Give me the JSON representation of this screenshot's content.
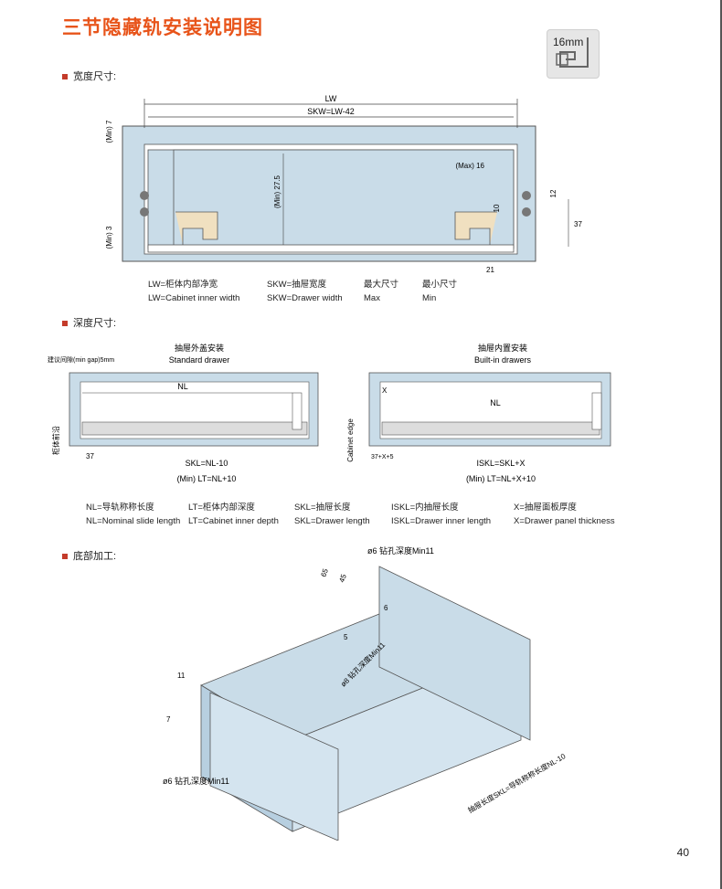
{
  "title": "三节隐藏轨安装说明图",
  "badge": "16mm",
  "sections": {
    "width": "宽度尺寸:",
    "depth": "深度尺寸:",
    "bottom": "底部加工:"
  },
  "width_diagram": {
    "lw": "LW",
    "skw": "SKW=LW-42",
    "min7": "(Min) 7",
    "min3": "(Min) 3",
    "min275": "(Min) 27.5",
    "max16": "(Max) 16",
    "d10": "10",
    "d12": "12",
    "d37": "37",
    "d21": "21"
  },
  "width_legend": [
    {
      "a": "LW=柜体内部净宽",
      "b": "LW=Cabinet inner width"
    },
    {
      "a": "SKW=抽屉宽度",
      "b": "SKW=Drawer width"
    },
    {
      "a": "最大尺寸",
      "b": "Max"
    },
    {
      "a": "最小尺寸",
      "b": "Min"
    }
  ],
  "depth_diagram": {
    "std_cn": "抽屉外盖安装",
    "std_en": "Standard drawer",
    "bi_cn": "抽屉内置安装",
    "bi_en": "Built-in drawers",
    "gap": "建议间隙(min gap)5mm",
    "nl": "NL",
    "x": "X",
    "d37": "37",
    "d37x5": "37+X+5",
    "skl": "SKL=NL-10",
    "iskl": "ISKL=SKL+X",
    "lt1": "(Min) LT=NL+10",
    "lt2": "(Min) LT=NL+X+10",
    "edge_cn": "柜体前沿",
    "edge_en": "Cabinet edge"
  },
  "depth_legend": [
    {
      "a": "NL=导轨称称长度",
      "b": "NL=Nominal slide length"
    },
    {
      "a": "LT=柜体内部深度",
      "b": "LT=Cabinet inner depth"
    },
    {
      "a": "SKL=抽屉长度",
      "b": "SKL=Drawer length"
    },
    {
      "a": "ISKL=内抽屉长度",
      "b": "ISKL=Drawer inner length"
    },
    {
      "a": "X=抽屉面板厚度",
      "b": "X=Drawer panel thickness"
    }
  ],
  "bottom_diagram": {
    "drill_top": "ø6 钻孔深度Min11",
    "d65": "65",
    "d45": "45",
    "d6": "6",
    "d5": "5",
    "drill_mid": "ø8 钻孔深度Min11",
    "d11": "11",
    "d7": "7",
    "drill_left": "ø6 钻孔深度Min11",
    "length": "抽屉长度SKL=导轨称称长度NL-10"
  },
  "page_number": "40"
}
